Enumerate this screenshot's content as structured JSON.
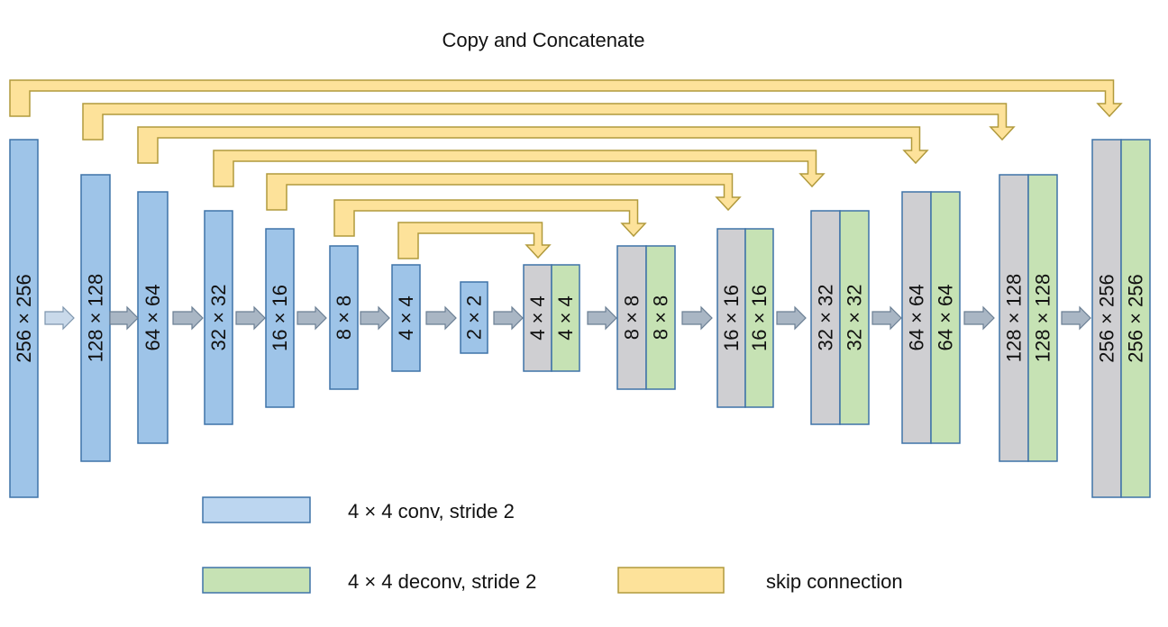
{
  "title": "Copy and Concatenate",
  "encoder_labels": [
    "256 × 256",
    "128 × 128",
    "64 × 64",
    "32 × 32",
    "16 × 16",
    "8 × 8",
    "4 × 4",
    "2 × 2"
  ],
  "decoder_labels": [
    [
      "4 × 4",
      "4 × 4"
    ],
    [
      "8 × 8",
      "8 × 8"
    ],
    [
      "16 × 16",
      "16 × 16"
    ],
    [
      "32 × 32",
      "32 × 32"
    ],
    [
      "64 × 64",
      "64 × 64"
    ],
    [
      "128 × 128",
      "128 × 128"
    ],
    [
      "256 × 256",
      "256 × 256"
    ]
  ],
  "legend": {
    "conv": "4 × 4 conv, stride 2",
    "deconv": "4 × 4 deconv, stride 2",
    "skip": "skip connection"
  },
  "colors": {
    "encoder": "#9ec4e8",
    "decoder_copy": "#cfcfd2",
    "decoder": "#c6e2b4",
    "skip": "#fde29a",
    "border": "#3f73a8"
  }
}
